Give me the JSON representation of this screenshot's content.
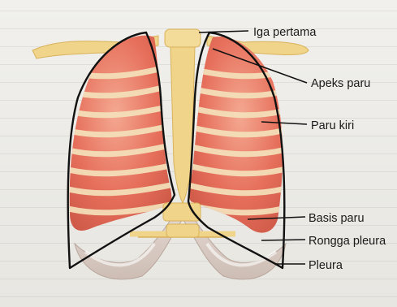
{
  "labels": [
    {
      "id": "iga-pertama",
      "text": "Iga pertama"
    },
    {
      "id": "apeks-paru",
      "text": "Apeks paru"
    },
    {
      "id": "paru-kiri",
      "text": "Paru kiri"
    },
    {
      "id": "basis-paru",
      "text": "Basis paru"
    },
    {
      "id": "rongga-pleura",
      "text": "Rongga pleura"
    },
    {
      "id": "pleura",
      "text": "Pleura"
    }
  ],
  "colors": {
    "bone": "#f0d48a",
    "bone_shadow": "#d9b25a",
    "lung": "#e9735e",
    "lung_light": "#f3a48e",
    "pleura_line": "#111111",
    "pleura_fill": "#d9c7c0",
    "background": "#ecebe6"
  }
}
